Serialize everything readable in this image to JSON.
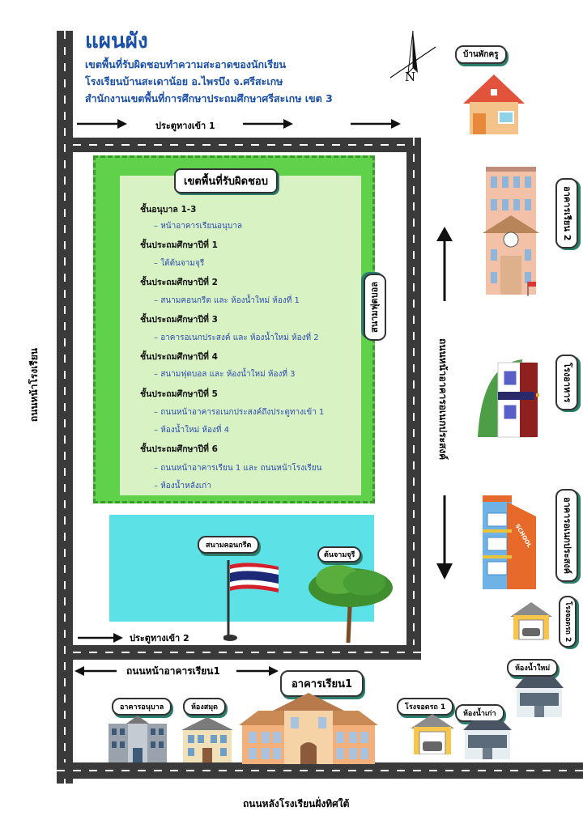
{
  "title": "แผนผัง",
  "subtitle_lines": [
    "เขตพื้นที่รับผิดชอบทำความสะอาดของนักเรียน",
    "โรงเรียนบ้านสะเดาน้อย อ.ไพรบึง จ.ศรีสะเกษ",
    "สำนักงานเขตพื้นที่การศึกษาประถมศึกษาศรีสะเกษ เขต 3"
  ],
  "compass_label": "N",
  "gate1_label": "ประตูทางเข้า 1",
  "gate2_label": "ประตูทางเข้า 2",
  "zone_title": "เขตพื้นที่รับผิดชอบ",
  "grades": [
    {
      "name": "ชั้นอนุบาล 1-3",
      "tasks": [
        "หน้าอาคารเรียนอนุบาล"
      ]
    },
    {
      "name": "ชั้นประถมศึกษาปีที่ 1",
      "tasks": [
        "ใต้ต้นจามจุรี"
      ]
    },
    {
      "name": "ชั้นประถมศึกษาปีที่ 2",
      "tasks": [
        "สนามคอนกรีต และ ห้องน้ำใหม่ ห้องที่ 1"
      ]
    },
    {
      "name": "ชั้นประถมศึกษาปีที่ 3",
      "tasks": [
        "อาคารอเนกประสงค์ และ ห้องน้ำใหม่ ห้องที่ 2"
      ]
    },
    {
      "name": "ชั้นประถมศึกษาปีที่ 4",
      "tasks": [
        "สนามฟุตบอล และ ห้องน้ำใหม่ ห้องที่ 3"
      ]
    },
    {
      "name": "ชั้นประถมศึกษาปีที่ 5",
      "tasks": [
        "ถนนหน้าอาคารอเนกประสงค์ถึงประตูทางเข้า 1",
        "ห้องน้ำใหม่ ห้องที่ 4"
      ]
    },
    {
      "name": "ชั้นประถมศึกษาปีที่ 6",
      "tasks": [
        "ถนนหน้าอาคารเรียน 1 และ ถนนหน้าโรงเรียน",
        "ห้องน้ำหลังเก่า"
      ]
    }
  ],
  "football_field": "สนามฟุตบอล",
  "concrete_field": "สนามคอนกรีต",
  "tree_label": "ต้นจามจุรี",
  "road_front_school": "ถนนหน้าโรงเรียน",
  "road_front_bldg1": "ถนนหน้าอาคารเรียน1",
  "road_multi": "ถนนหน้าอาคารอเนกประสงค์",
  "road_back": "ถนนหลังโรงเรียนฝั่งทิศใต้",
  "buildings": {
    "teacher_house": "บ้านพักครู",
    "bldg2": "อาคารเรียน 2",
    "canteen": "โรงอาหาร",
    "multipurpose": "อาคารอเนกประสงค์",
    "garage2": "โรงจอดรถ 2",
    "new_toilet": "ห้องน้ำใหม่",
    "kindergarten": "อาคารอนุบาล",
    "library": "ห้องสมุด",
    "bldg1": "อาคารเรียน1",
    "garage1": "โรงจอดรถ 1",
    "old_toilet": "ห้องน้ำเก่า"
  },
  "school_sign": "SCHOOL",
  "colors": {
    "title_blue": "#1a4fa8",
    "green_zone": "#5fd14a",
    "blue_zone": "#5ce1e6",
    "road": "#3a3a3a",
    "label_shadow": "#2b7d6b"
  }
}
